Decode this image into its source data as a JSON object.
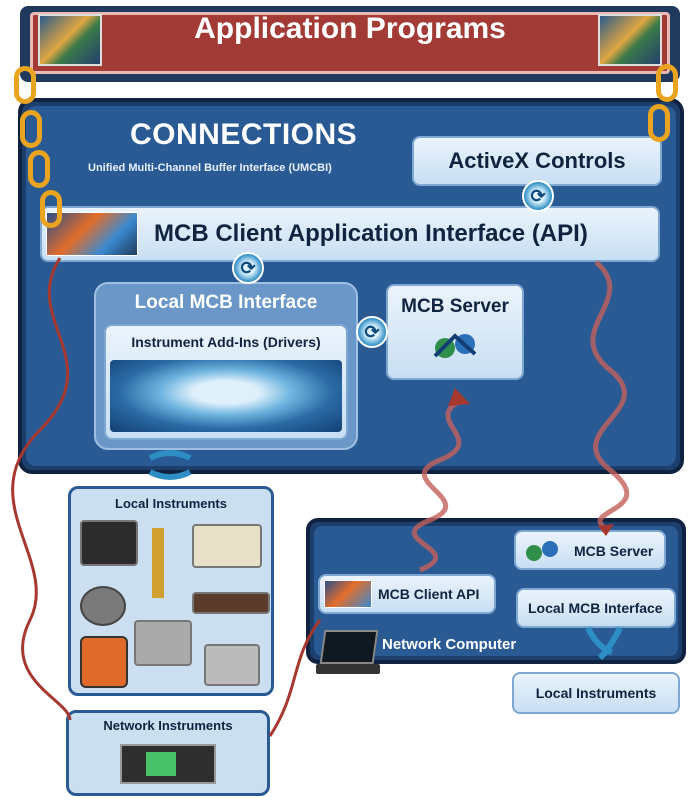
{
  "banner": {
    "title": "Application Programs"
  },
  "connections": {
    "title": "CONNECTIONS",
    "subtitle": "Unified Multi-Channel Buffer Interface (UMCBI)",
    "activex": "ActiveX Controls",
    "api": "MCB Client Application Interface (API)",
    "local_mcb": "Local MCB Interface",
    "addins": "Instrument Add-Ins (Drivers)",
    "mcb_server": "MCB Server"
  },
  "local_instruments": {
    "title": "Local Instruments"
  },
  "network_instruments": {
    "title": "Network Instruments"
  },
  "network_computer": {
    "title": "Network Computer",
    "mcb_server": "MCB Server",
    "client_api": "MCB Client API",
    "local_mcb": "Local MCB Interface",
    "local_instruments": "Local Instruments"
  },
  "colors": {
    "dark_blue": "#1d3f6e",
    "mid_blue": "#2a5a94",
    "banner_red": "#a23a35",
    "wire_red": "#a6382f",
    "chain_gold": "#e9a420"
  }
}
